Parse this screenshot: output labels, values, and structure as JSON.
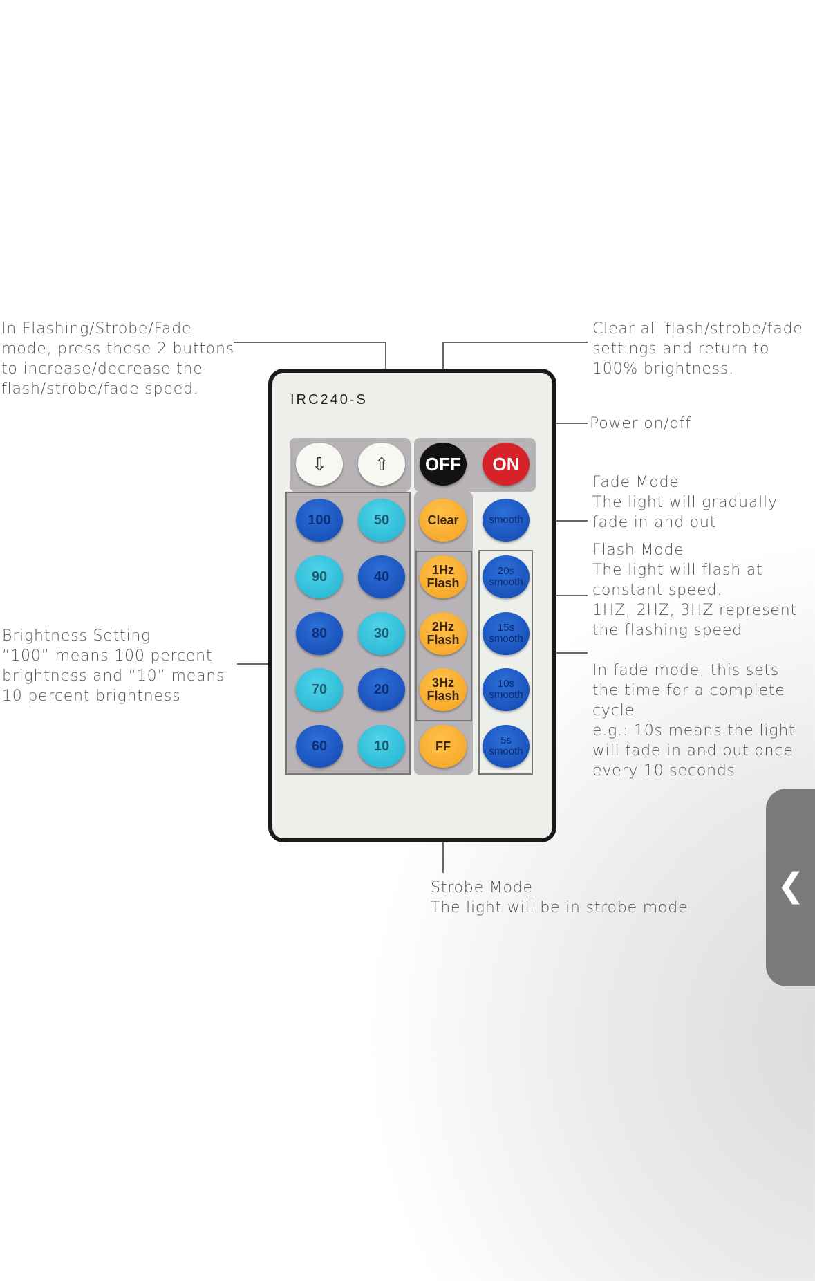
{
  "notes": {
    "speed": [
      "In Flashing/Strobe/Fade",
      "mode, press these 2 buttons",
      "to increase/decrease the",
      "flash/strobe/fade speed."
    ],
    "clear": [
      "Clear all flash/strobe/fade",
      "settings and return to",
      "100% brightness."
    ],
    "power": [
      "Power on/off"
    ],
    "fade": [
      "Fade Mode",
      "The light will gradually",
      "fade in and out"
    ],
    "flash": [
      "Flash Mode",
      "The light will flash at",
      "constant speed.",
      "1HZ, 2HZ, 3HZ represent",
      "the flashing speed"
    ],
    "fade_cycle": [
      "In fade mode, this sets",
      "the time for a complete",
      "cycle",
      "e.g.: 10s means the light",
      "will fade in and out once",
      "every 10 seconds"
    ],
    "brightness": [
      "Brightness Setting",
      "“100” means 100 percent",
      "brightness and “10” means",
      "10 percent brightness"
    ],
    "strobe": [
      "Strobe Mode",
      "The light will be in strobe mode"
    ]
  },
  "remote": {
    "model": "IRC240-S",
    "down": "⇩",
    "up": "⇧",
    "off": "OFF",
    "on": "ON",
    "brightness": [
      "100",
      "50",
      "90",
      "40",
      "80",
      "30",
      "70",
      "20",
      "60",
      "10"
    ],
    "clear": "Clear",
    "flash": [
      [
        "1Hz",
        "Flash"
      ],
      [
        "2Hz",
        "Flash"
      ],
      [
        "3Hz",
        "Flash"
      ]
    ],
    "ff": "FF",
    "smooth": "smooth",
    "smooth_timed": [
      [
        "20s",
        "smooth"
      ],
      [
        "15s",
        "smooth"
      ],
      [
        "10s",
        "smooth"
      ],
      [
        "5s",
        "smooth"
      ]
    ]
  },
  "nav": {
    "back": "❮"
  }
}
